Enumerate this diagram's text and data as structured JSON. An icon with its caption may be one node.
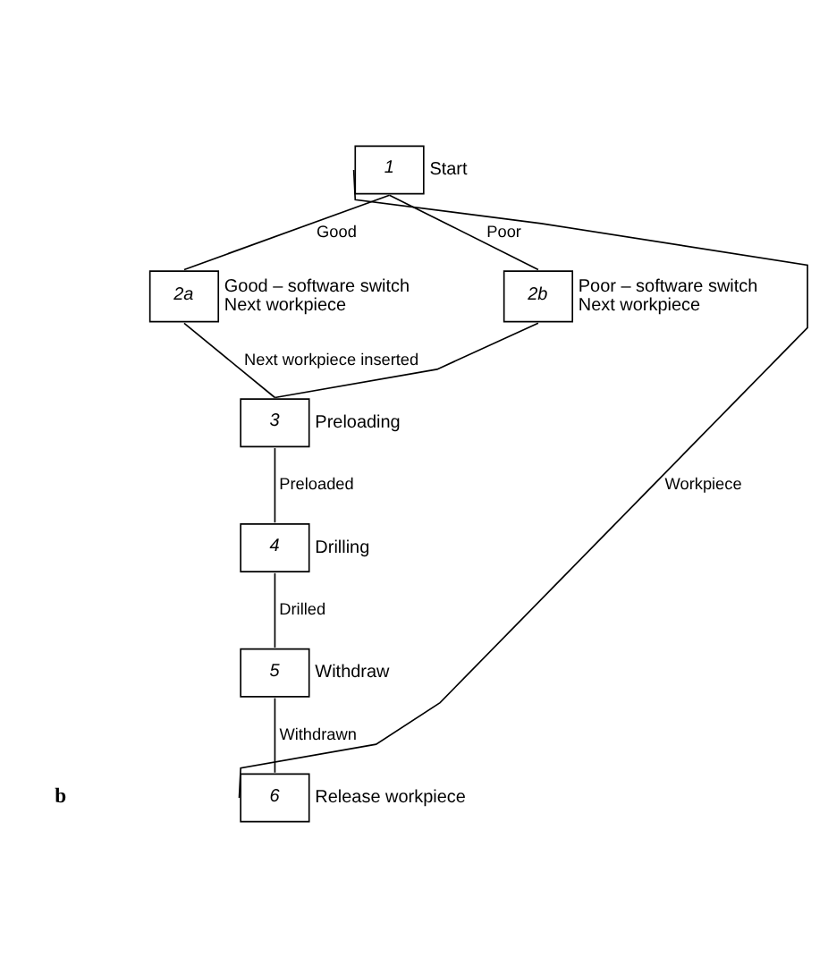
{
  "diagram": {
    "nodes": [
      {
        "text": [
          "1"
        ],
        "beside": [
          "Start"
        ]
      },
      {
        "text": [
          "2a"
        ],
        "beside": [
          "Good – software switch",
          "Next workpiece"
        ]
      },
      {
        "text": [
          "2b"
        ],
        "beside": [
          "Poor – software switch",
          "Next workpiece"
        ]
      },
      {
        "text": [
          "3"
        ],
        "beside": [
          "Preloading"
        ]
      },
      {
        "text": [
          "4"
        ],
        "beside": [
          "Drilling"
        ]
      },
      {
        "text": [
          "5"
        ],
        "beside": [
          "Withdraw"
        ]
      },
      {
        "text": [
          "6"
        ],
        "beside": [
          "Release workpiece"
        ]
      }
    ],
    "edges": [
      {
        "from": 0,
        "to": 1,
        "arrow": "none",
        "label": "Good"
      },
      {
        "from": 0,
        "to": 2,
        "arrow": "none",
        "label": "Poor"
      },
      {
        "from": 1,
        "to": 3,
        "arrow": "none",
        "label": "Next workpiece inserted"
      },
      {
        "from": 2,
        "to": 3,
        "arrow": "none"
      },
      {
        "from": 3,
        "to": 4,
        "arrow": "none",
        "label": "Preloaded"
      },
      {
        "from": 4,
        "to": 5,
        "arrow": "none",
        "label": "Drilled"
      },
      {
        "from": 5,
        "to": 6,
        "arrow": "none",
        "label": "Withdrawn"
      },
      {
        "from": 6,
        "to": 0,
        "arrow": "none",
        "label": "Workpiece"
      }
    ],
    "labels": [
      "b"
    ]
  }
}
